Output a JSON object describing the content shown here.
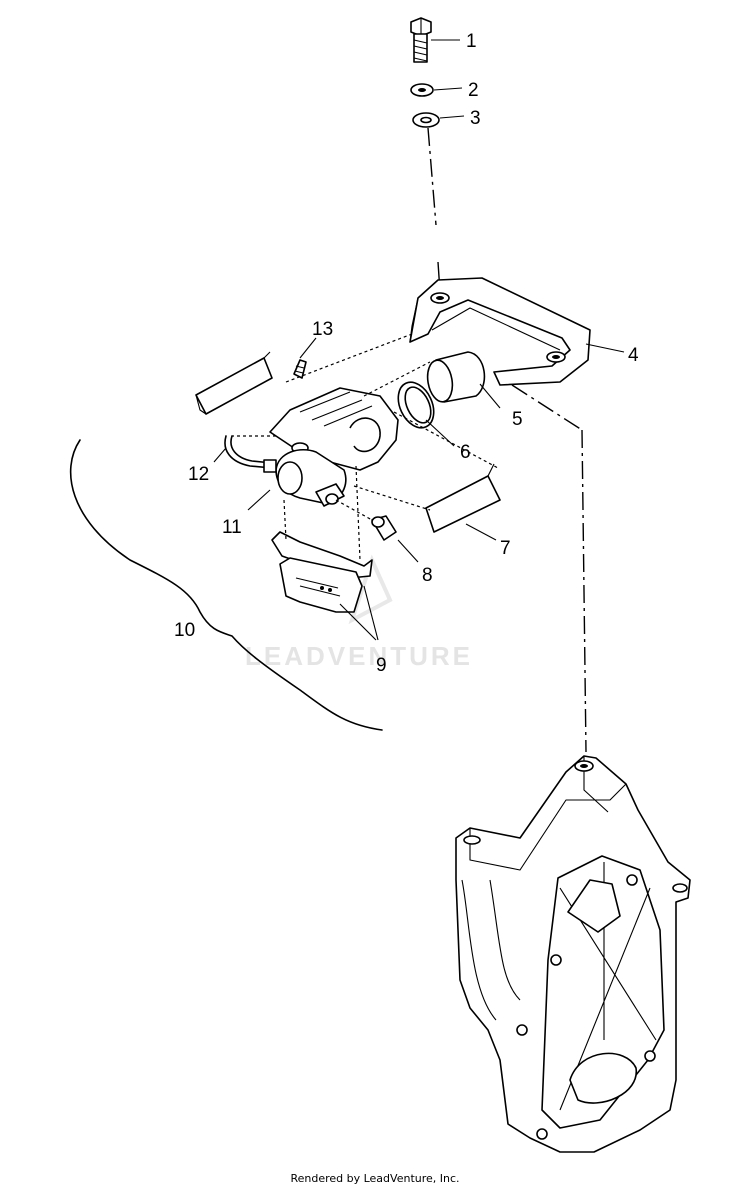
{
  "callouts": [
    "1",
    "2",
    "3",
    "4",
    "5",
    "6",
    "7",
    "8",
    "9",
    "10",
    "11",
    "12",
    "13"
  ],
  "watermark": "LEADVENTURE",
  "footer": "Rendered by LeadVenture, Inc."
}
